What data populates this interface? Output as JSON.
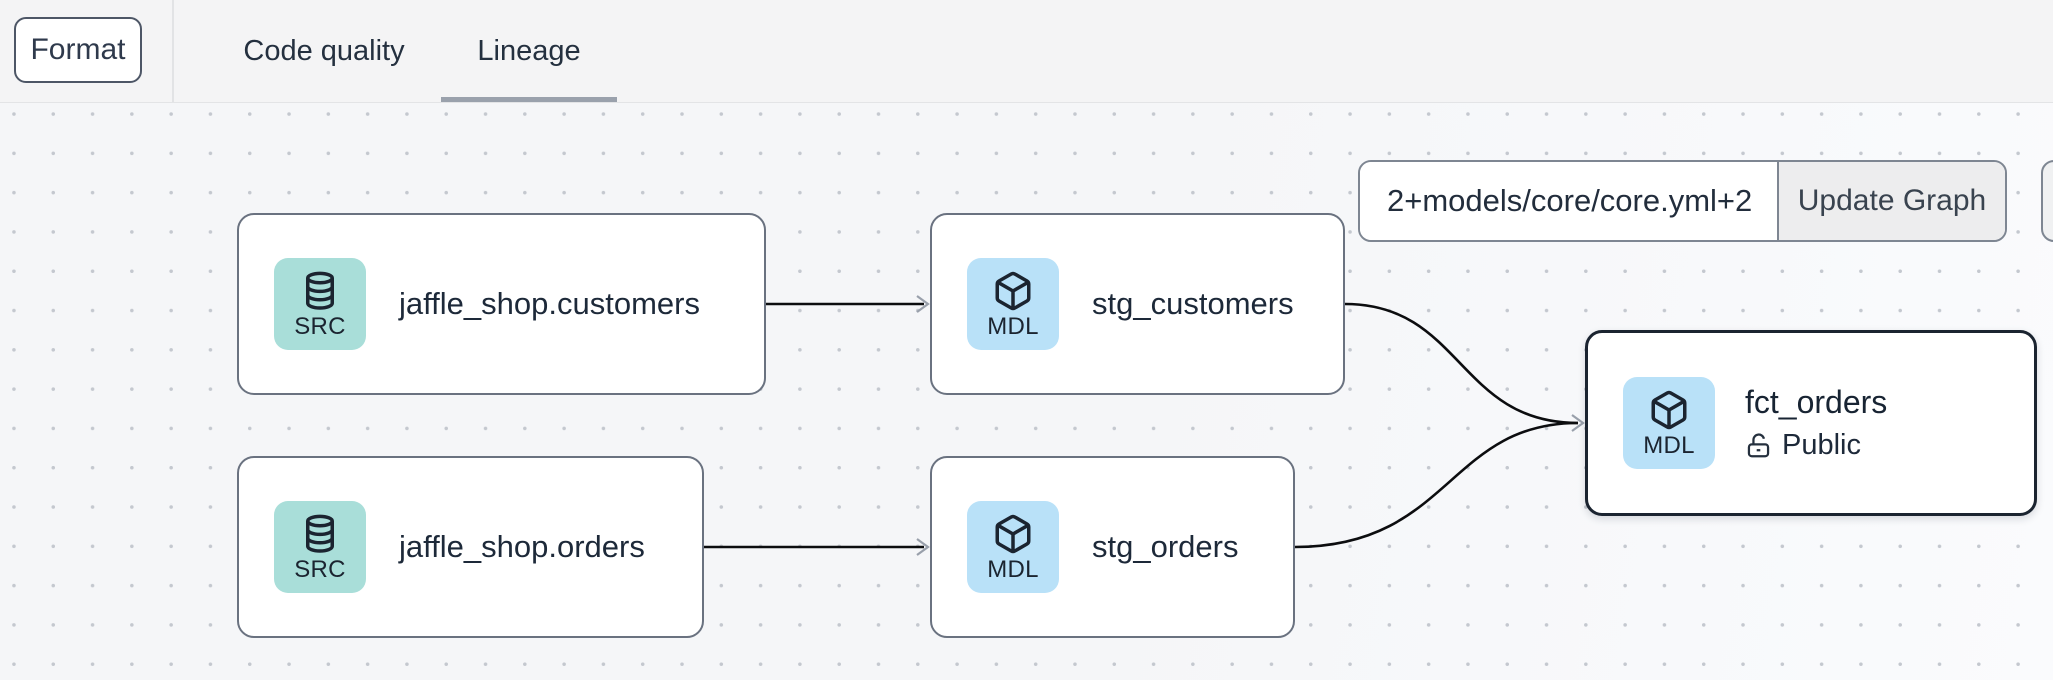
{
  "header": {
    "format_button_label": "Format",
    "tabs": [
      {
        "label": "Code quality",
        "active": false
      },
      {
        "label": "Lineage",
        "active": true
      }
    ]
  },
  "lineage_toolbar": {
    "selector_value": "2+models/core/core.yml+2",
    "update_button_label": "Update Graph"
  },
  "graph": {
    "nodes": [
      {
        "id": "jaffle_shop.customers",
        "label": "jaffle_shop.customers",
        "resource_type": "SRC",
        "icon": "database",
        "selected": false
      },
      {
        "id": "stg_customers",
        "label": "stg_customers",
        "resource_type": "MDL",
        "icon": "cube",
        "selected": false
      },
      {
        "id": "jaffle_shop.orders",
        "label": "jaffle_shop.orders",
        "resource_type": "SRC",
        "icon": "database",
        "selected": false
      },
      {
        "id": "stg_orders",
        "label": "stg_orders",
        "resource_type": "MDL",
        "icon": "cube",
        "selected": false
      },
      {
        "id": "fct_orders",
        "label": "fct_orders",
        "resource_type": "MDL",
        "icon": "cube",
        "access": "Public",
        "selected": true
      }
    ],
    "edges": [
      {
        "from": "jaffle_shop.customers",
        "to": "stg_customers"
      },
      {
        "from": "jaffle_shop.orders",
        "to": "stg_orders"
      },
      {
        "from": "stg_customers",
        "to": "fct_orders"
      },
      {
        "from": "stg_orders",
        "to": "fct_orders"
      }
    ]
  },
  "colors": {
    "src_icon_bg": "#a9ded9",
    "mdl_icon_bg": "#b9e1f8",
    "node_border": "#6a7280",
    "selected_node_border": "#1b2430",
    "edge": "#0c0d0f",
    "arrowhead": "#99a0ab",
    "tab_underline": "#9aa1ac",
    "header_bg": "#f4f4f5",
    "text": "#1d2939"
  }
}
